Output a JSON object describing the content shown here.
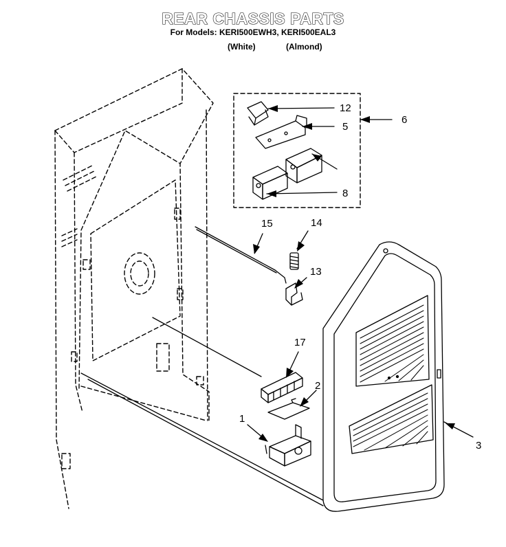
{
  "header": {
    "title": "REAR CHASSIS PARTS",
    "models": "For Models: KERI500EWH3, KERI500EAL3",
    "color_white": "(White)",
    "color_almond": "(Almond)"
  },
  "callouts": {
    "c1": "1",
    "c2": "2",
    "c3": "3",
    "c5": "5",
    "c6": "6",
    "c8": "8",
    "c12": "12",
    "c13": "13",
    "c14": "14",
    "c15": "15",
    "c17": "17"
  }
}
